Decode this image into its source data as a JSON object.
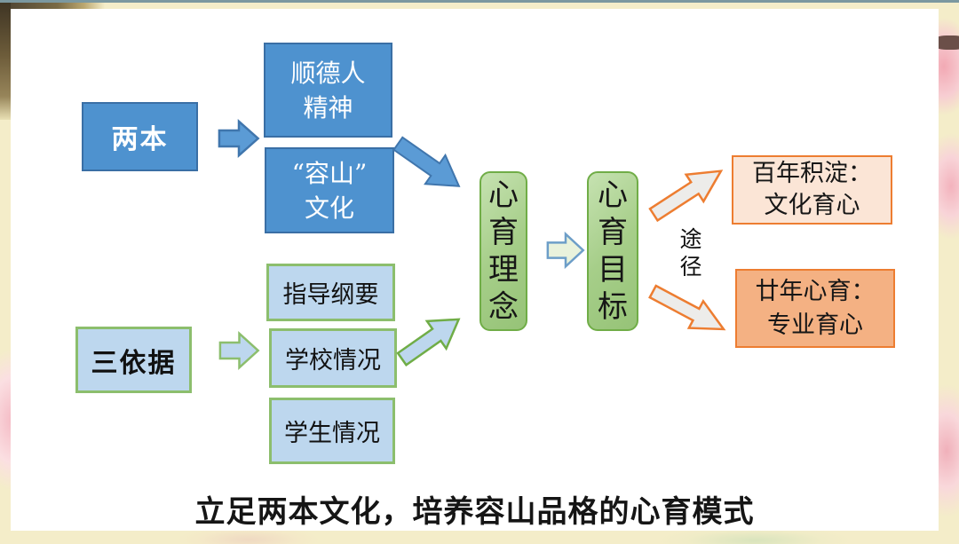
{
  "slide": {
    "title": "立足两本文化，培养容山品格的心育模式"
  },
  "boxes": {
    "liangben": {
      "label": "两本"
    },
    "shunde": {
      "lines": [
        "顺德人",
        "精神"
      ]
    },
    "rongshan": {
      "lines": [
        "“容山”",
        "文化"
      ]
    },
    "linian": {
      "label": "心育理念"
    },
    "mubiao": {
      "label": "心育目标"
    },
    "sanyiju": {
      "label": "三依据"
    },
    "zhidao": {
      "label": "指导纲要"
    },
    "xuexiao": {
      "label": "学校情况"
    },
    "xuesheng": {
      "label": "学生情况"
    },
    "bainian": {
      "lines": [
        "百年积淀：",
        "文化育心"
      ]
    },
    "niannian": {
      "lines": [
        "廿年心育：",
        "专业育心"
      ]
    }
  },
  "labels": {
    "tujing": "途径"
  },
  "colors": {
    "blueFill": "#4e92cf",
    "blueBorder": "#3a6fa5",
    "blueArrowFill": "#5b9bd5",
    "blueArrowBorder": "#4076ad",
    "lightBlueFill": "#bdd7ee",
    "greenBorder": "#70ad47",
    "lightGreenBorder": "#8cbe6d",
    "greenBoxFill": "#a6ce89",
    "paleGreenFill": "#e9f2dc",
    "steelBlueBorder": "#6d9ec8",
    "orangeBorder": "#ed7d31",
    "orangeLightFill": "#fbe5d6",
    "orangeDarkFill": "#f4b183",
    "grayArrowFill": "#edecea",
    "titleColor": "#151515"
  }
}
